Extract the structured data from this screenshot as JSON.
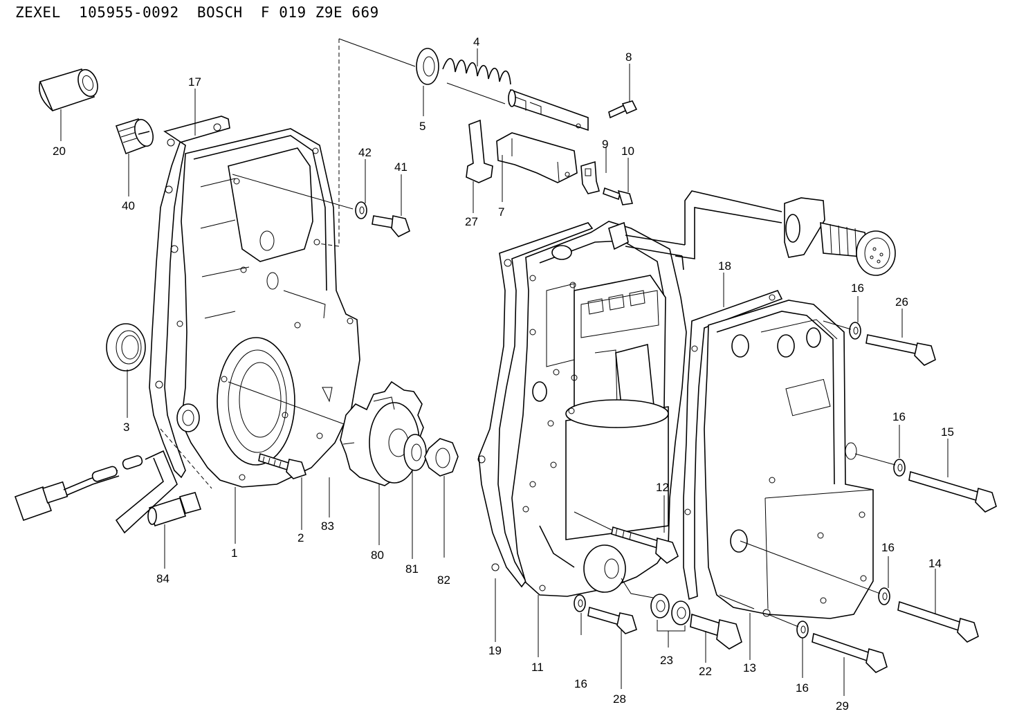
{
  "header": {
    "brand1": "ZEXEL",
    "part_no": "105955-0092",
    "brand2": "BOSCH",
    "bosch_no": "F 019 Z9E 669"
  },
  "callouts": [
    "1",
    "2",
    "3",
    "4",
    "5",
    "7",
    "8",
    "9",
    "10",
    "11",
    "12",
    "13",
    "14",
    "15",
    "16",
    "16",
    "16",
    "16",
    "16",
    "16",
    "17",
    "18",
    "19",
    "20",
    "22",
    "23",
    "26",
    "27",
    "28",
    "29",
    "40",
    "41",
    "42",
    "80",
    "81",
    "82",
    "83",
    "84"
  ]
}
